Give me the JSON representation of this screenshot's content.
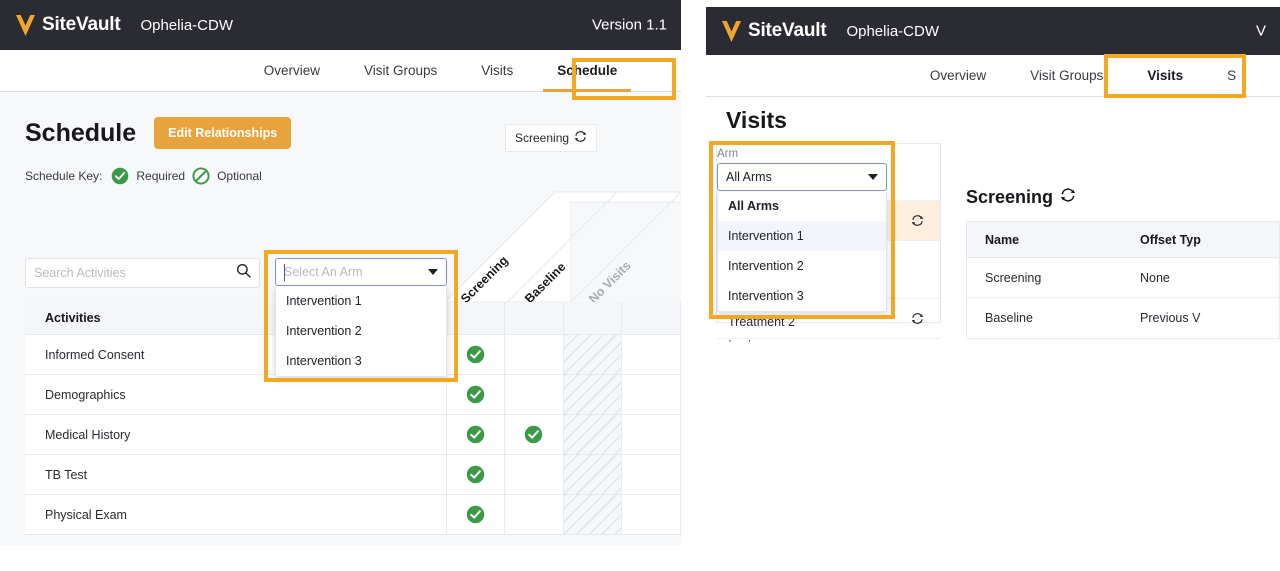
{
  "brand": {
    "logo_icon": "veeva-v-icon",
    "logo_text": "SiteVault",
    "accent_orange": "#e8a33d",
    "highlight_orange": "#F5A623",
    "header_dark": "#2b2b33",
    "check_green": "#3a9a47",
    "selection_blue": "#4b6fe0"
  },
  "left_panel": {
    "header": {
      "study_name": "Ophelia-CDW",
      "version": "Version 1.1"
    },
    "tabs": [
      {
        "label": "Overview",
        "active": false
      },
      {
        "label": "Visit Groups",
        "active": false
      },
      {
        "label": "Visits",
        "active": false
      },
      {
        "label": "Schedule",
        "active": true
      }
    ],
    "page_title": "Schedule",
    "edit_button": "Edit Relationships",
    "schedule_key": {
      "label": "Schedule Key:",
      "required_icon": "check-circle-icon",
      "required_label": "Required",
      "optional_icon": "no-entry-circle-icon",
      "optional_label": "Optional"
    },
    "search": {
      "placeholder": "Search Activities",
      "icon": "search-icon"
    },
    "arm_select": {
      "value": "",
      "placeholder": "Select An Arm",
      "caret_icon": "chevron-down-icon",
      "options": [
        "Intervention 1",
        "Intervention 2",
        "Intervention 3"
      ]
    },
    "floating_tag": {
      "label": "Screening",
      "icon": "cycle-icon"
    },
    "matrix": {
      "activities_header": "Activities",
      "visit_columns": [
        {
          "label": "Screening",
          "muted": false
        },
        {
          "label": "Baseline",
          "muted": false
        },
        {
          "label": "No Visits",
          "muted": true
        }
      ],
      "rows": [
        {
          "activity": "Informed Consent",
          "marks": [
            "required",
            "",
            ""
          ]
        },
        {
          "activity": "Demographics",
          "marks": [
            "required",
            "",
            ""
          ]
        },
        {
          "activity": "Medical History",
          "marks": [
            "required",
            "required",
            ""
          ]
        },
        {
          "activity": "TB Test",
          "marks": [
            "required",
            "",
            ""
          ]
        },
        {
          "activity": "Physical Exam",
          "marks": [
            "required",
            "",
            ""
          ]
        }
      ]
    }
  },
  "right_panel": {
    "header": {
      "study_name": "Ophelia-CDW",
      "version_clipped": "V"
    },
    "tabs": [
      {
        "label": "Overview",
        "active": false
      },
      {
        "label": "Visit Groups",
        "active": false
      },
      {
        "label": "Visits",
        "active": true
      },
      {
        "label": "S",
        "active": false
      }
    ],
    "page_title": "Visits",
    "arm_field": {
      "label": "Arm",
      "value": "All Arms",
      "caret_icon": "chevron-down-icon",
      "options": [
        "All Arms",
        "Intervention 1",
        "Intervention 2",
        "Intervention 3"
      ]
    },
    "behind_list": {
      "clipped_row": "Treatment 2",
      "cycle_icon": "cycle-icon",
      "dots": "· ·"
    },
    "section": {
      "title": "Screening",
      "icon": "cycle-icon"
    },
    "visits_table": {
      "columns": [
        "Name",
        "Offset Typ"
      ],
      "rows": [
        {
          "name": "Screening",
          "offset_type": "None"
        },
        {
          "name": "Baseline",
          "offset_type": "Previous V"
        }
      ]
    }
  }
}
